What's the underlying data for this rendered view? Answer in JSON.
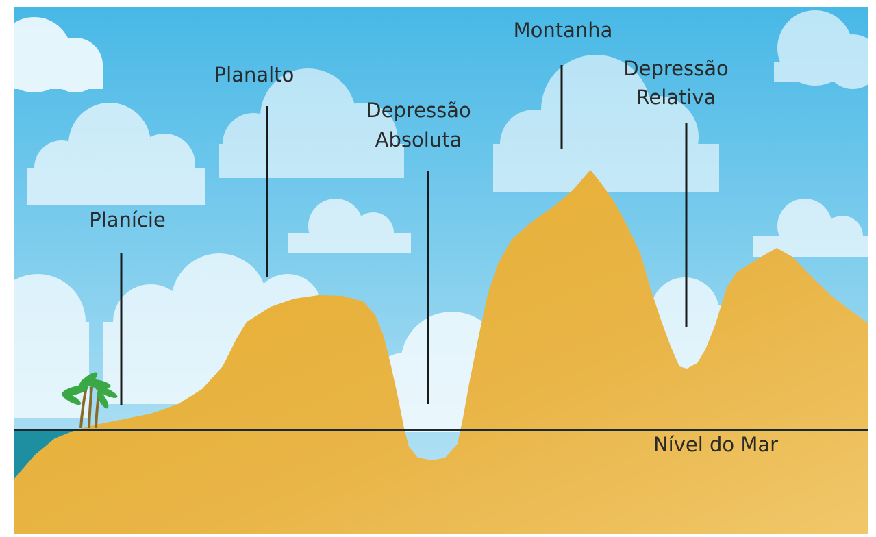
{
  "diagram": {
    "labels": {
      "planicie": "Planície",
      "planalto": "Planalto",
      "depressao_absoluta": [
        "Depressão",
        "Absoluta"
      ],
      "montanha": "Montanha",
      "depressao_relativa": [
        "Depressão",
        "Relativa"
      ],
      "nivel_do_mar": "Nível do Mar"
    },
    "colors": {
      "sky_top": "#48b8e6",
      "sky_bottom": "#bfe6f6",
      "terrain": "#e6ac2c",
      "terrain_light": "#f0c76a",
      "sea": "#1e8fa0",
      "sea_level_line": "#1a2a33",
      "palm_leaf": "#3aa845",
      "palm_trunk": "#8a6a2a"
    }
  }
}
